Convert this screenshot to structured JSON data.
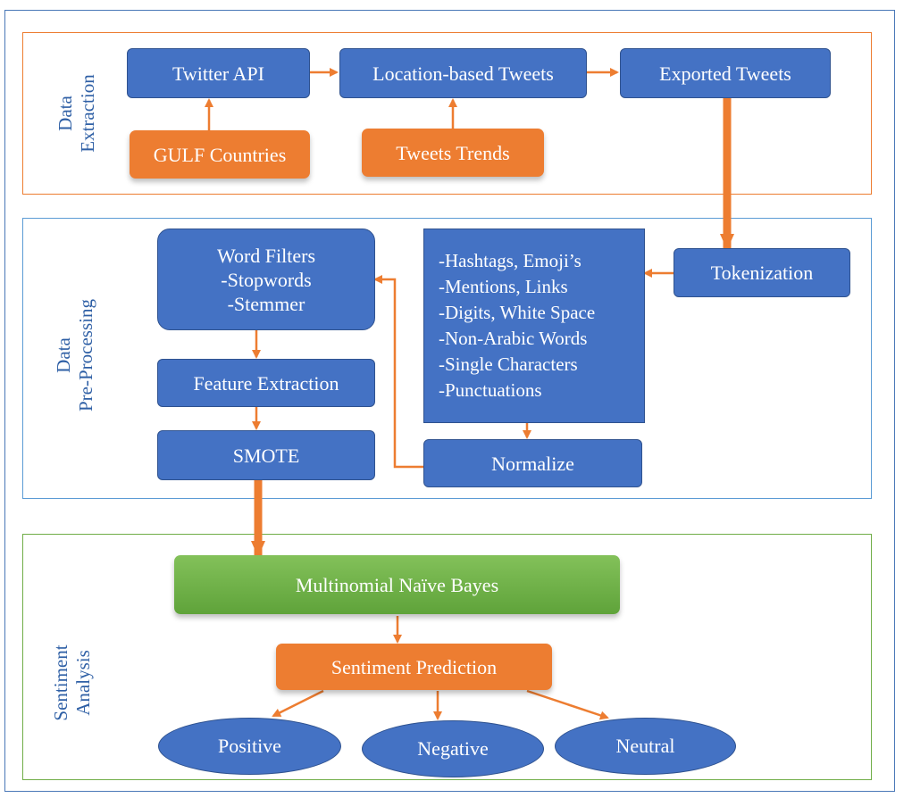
{
  "sections": {
    "extraction": [
      "Data",
      "Extraction"
    ],
    "preprocessing": [
      "Data",
      "Pre-Processing"
    ],
    "sentiment": [
      "Sentiment",
      "Analysis"
    ]
  },
  "nodes": {
    "twitter_api": "Twitter API",
    "location_tweets": "Location-based Tweets",
    "exported_tweets": "Exported Tweets",
    "gulf_countries": "GULF Countries",
    "tweets_trends": "Tweets Trends",
    "tokenization": "Tokenization",
    "cleaning_items": [
      "-Hashtags, Emoji’s",
      "-Mentions, Links",
      "-Digits, White Space",
      "-Non-Arabic Words",
      "-Single Characters",
      "-Punctuations"
    ],
    "word_filters": [
      "Word Filters",
      "-Stopwords",
      "-Stemmer"
    ],
    "feature_extraction": "Feature Extraction",
    "smote": "SMOTE",
    "normalize": "Normalize",
    "mnb": "Multinomial Naïve Bayes",
    "sentiment_prediction": "Sentiment Prediction",
    "positive": "Positive",
    "negative": "Negative",
    "neutral": "Neutral"
  },
  "colors": {
    "blue_node": "#4472c4",
    "orange_node": "#ed7d31",
    "green_node": "#70ad47",
    "label_text": "#2e5fa5"
  }
}
